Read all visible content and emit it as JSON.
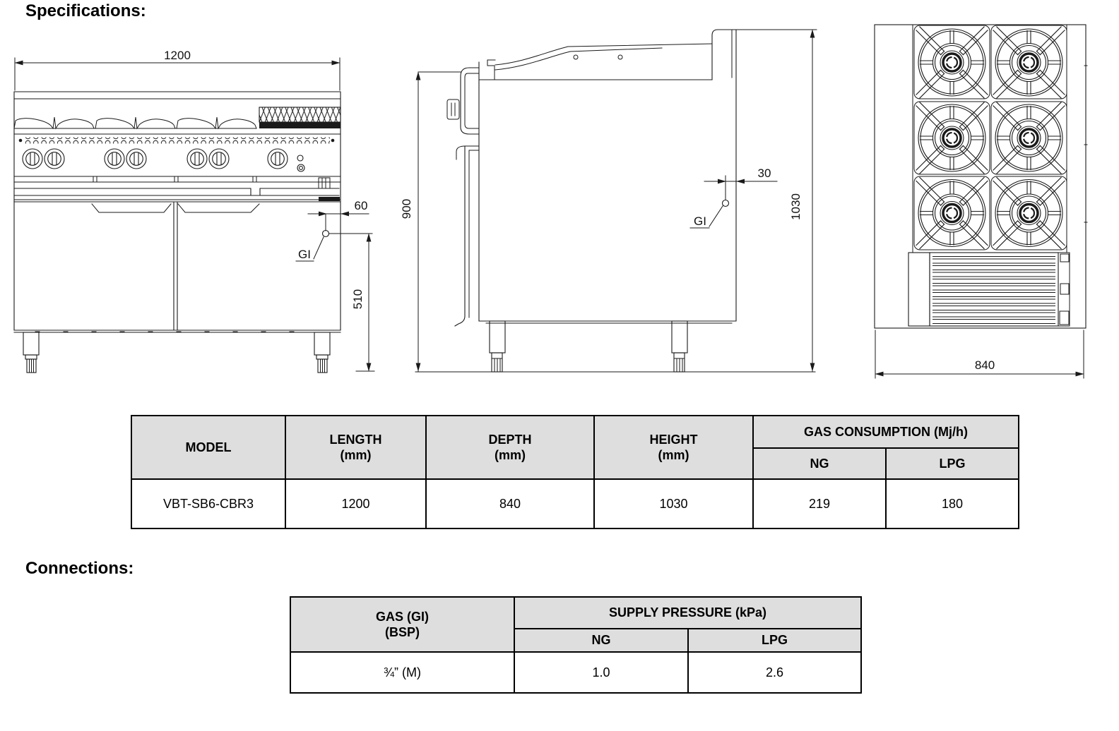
{
  "headings": {
    "specifications": "Specifications:",
    "connections": "Connections:"
  },
  "drawings": {
    "front_view": {
      "width_dim": "1200",
      "gas_offset_dim": "60",
      "gas_height_dim": "510",
      "gas_inlet_label": "GI"
    },
    "side_view": {
      "worktop_height_dim": "900",
      "gas_offset_dim": "30",
      "overall_height_dim": "1030",
      "gas_inlet_label": "GI"
    },
    "top_view": {
      "depth_dim": "840"
    }
  },
  "spec_table": {
    "header": {
      "model": "MODEL",
      "length": {
        "l1": "LENGTH",
        "l2": "(mm)"
      },
      "depth": {
        "l1": "DEPTH",
        "l2": "(mm)"
      },
      "height": {
        "l1": "HEIGHT",
        "l2": "(mm)"
      },
      "gas": "GAS CONSUMPTION (Mj/h)",
      "ng": "NG",
      "lpg": "LPG"
    },
    "rows": [
      {
        "model": "VBT-SB6-CBR3",
        "length": "1200",
        "depth": "840",
        "height": "1030",
        "ng": "219",
        "lpg": "180"
      }
    ]
  },
  "conn_table": {
    "header": {
      "gas": {
        "l1": "GAS (GI)",
        "l2": "(BSP)"
      },
      "pressure": "SUPPLY PRESSURE (kPa)",
      "ng": "NG",
      "lpg": "LPG"
    },
    "rows": [
      {
        "size": "¾” (M)",
        "ng": "1.0",
        "lpg": "2.6"
      }
    ]
  }
}
